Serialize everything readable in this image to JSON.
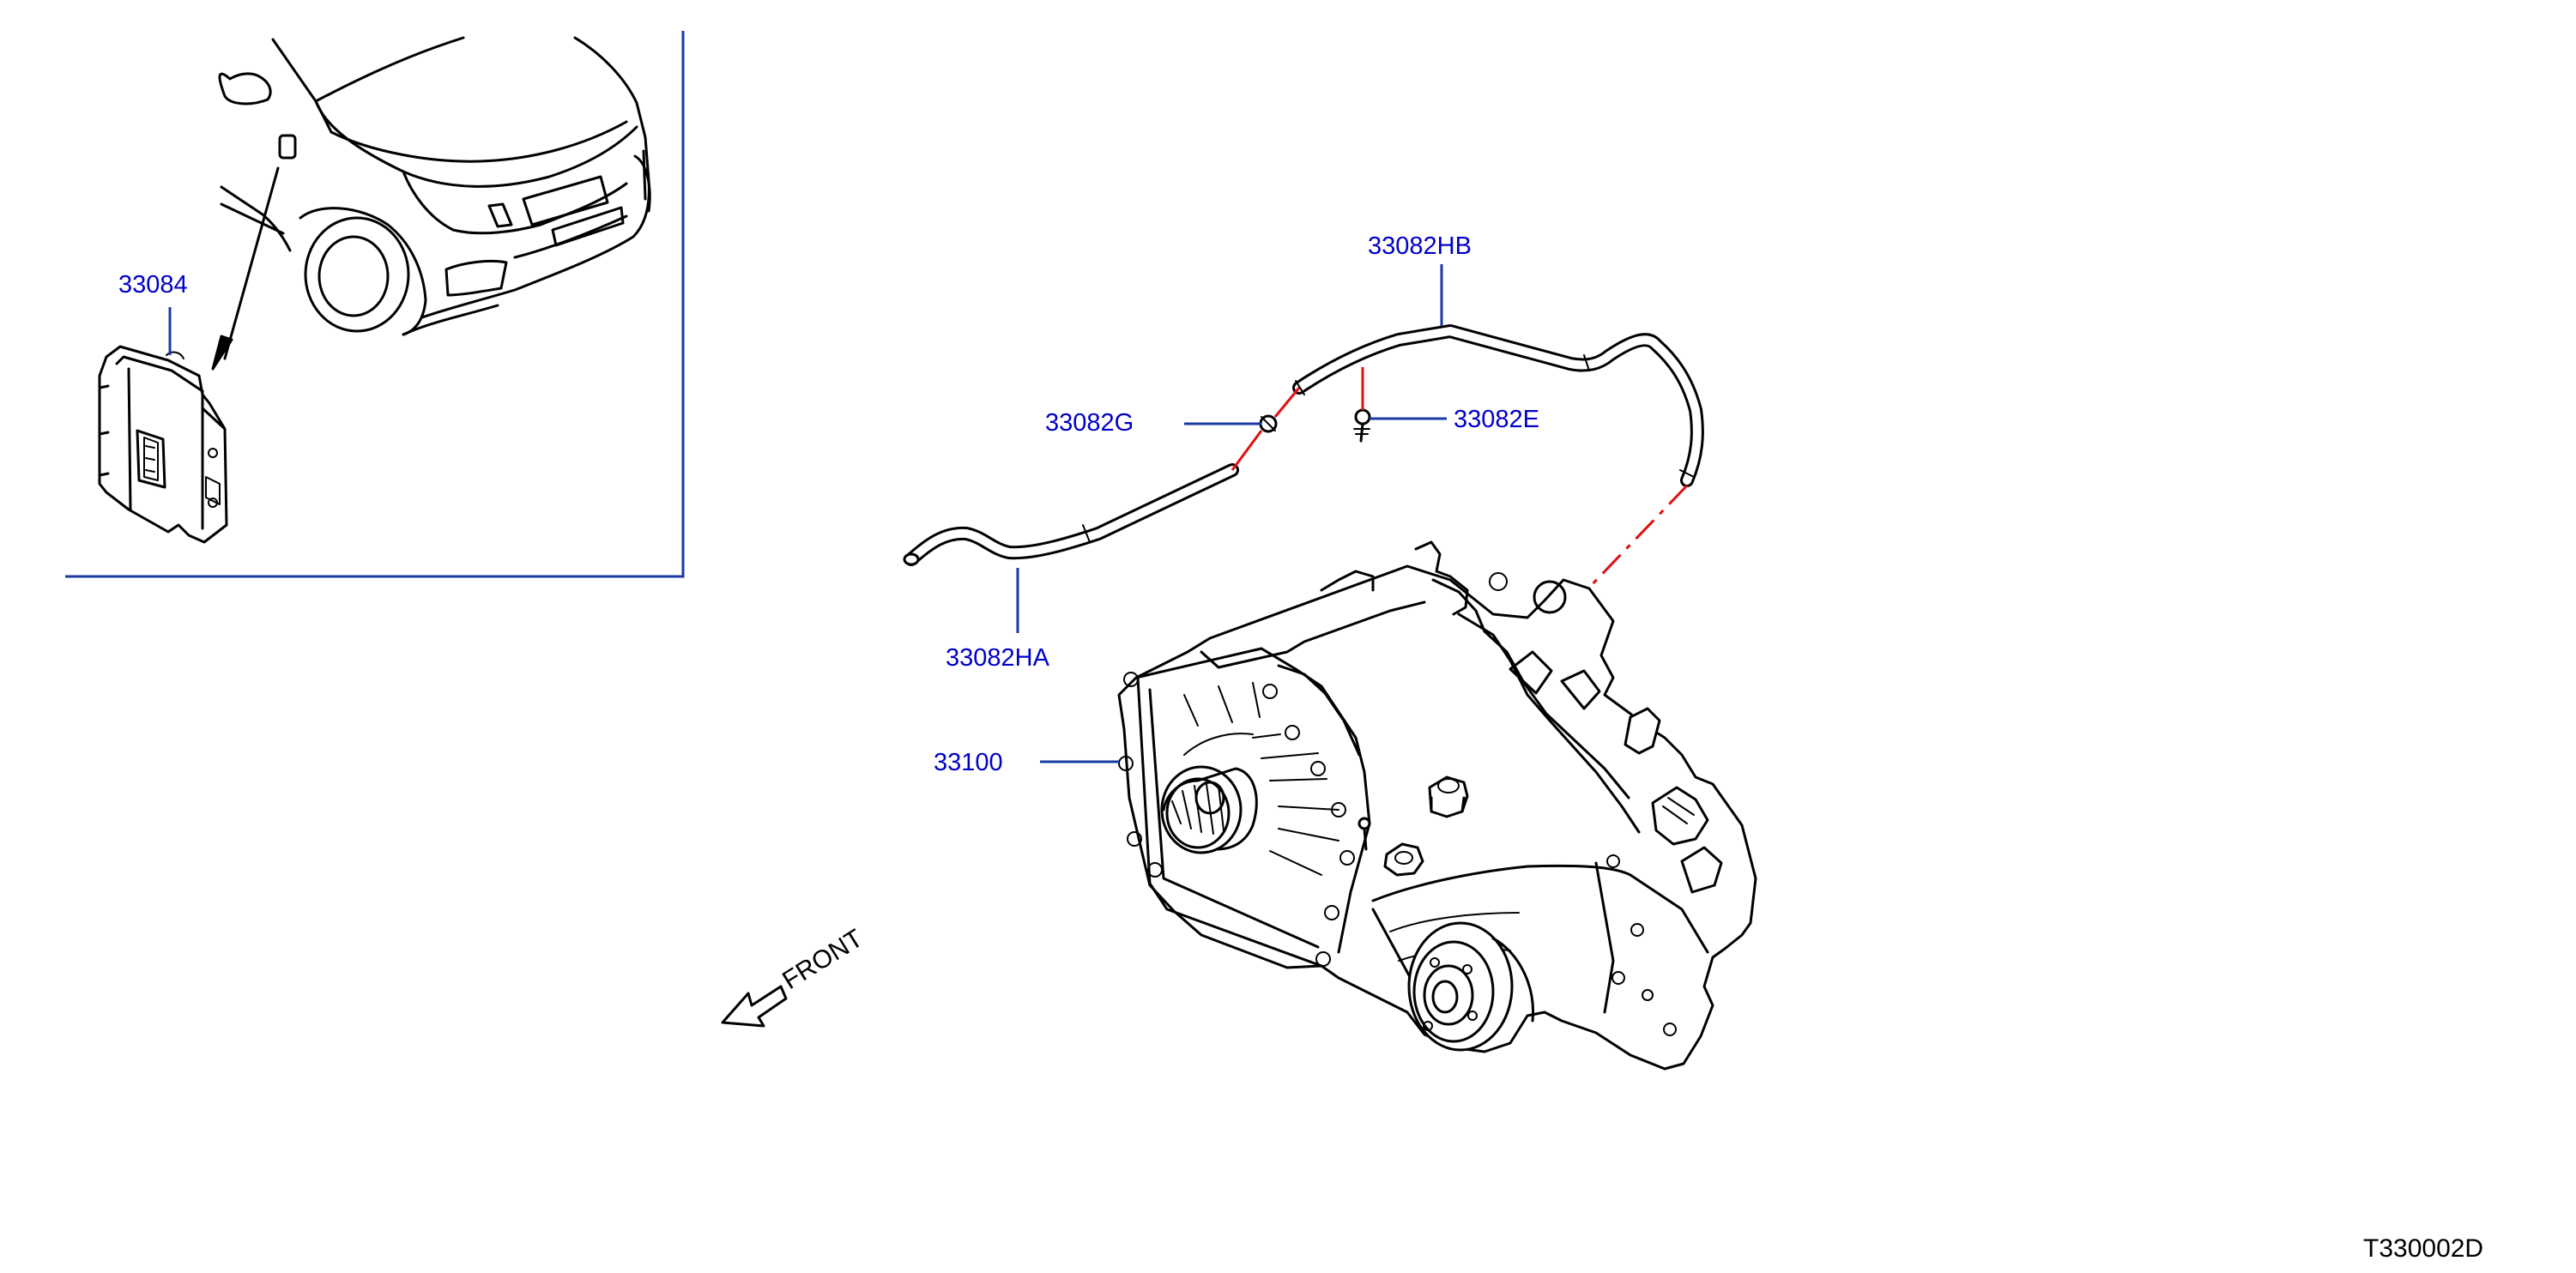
{
  "labels": {
    "p33084": "33084",
    "p33082HB": "33082HB",
    "p33082G": "33082G",
    "p33082E": "33082E",
    "p33082HA": "33082HA",
    "p33100": "33100"
  },
  "front_label": "FRONT",
  "diagram_code": "T330002D",
  "colors": {
    "label": "#0000cc",
    "leader": "#1a3aa3",
    "connector": "#e01010",
    "line": "#000000"
  },
  "icons": {
    "front_arrow": "front-arrow-icon"
  }
}
